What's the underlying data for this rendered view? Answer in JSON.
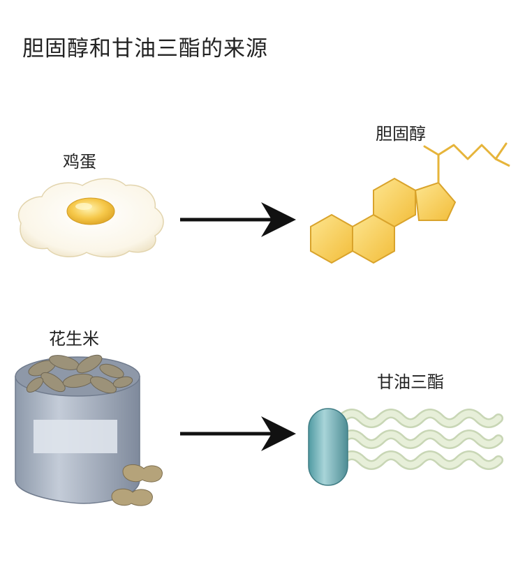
{
  "title": "胆固醇和甘油三酯的来源",
  "sources": [
    {
      "label": "鸡蛋"
    },
    {
      "label": "花生米"
    }
  ],
  "products": [
    {
      "label": "胆固醇"
    },
    {
      "label": "甘油三酯"
    }
  ],
  "colors": {
    "cholesterol": "#f5c94a",
    "triglyceride_head": "#6fb2b8",
    "triglyceride_tail": "#dde9cf",
    "arrow": "#111111",
    "can": "#a9b4c4",
    "peanut": "#9c9279"
  }
}
